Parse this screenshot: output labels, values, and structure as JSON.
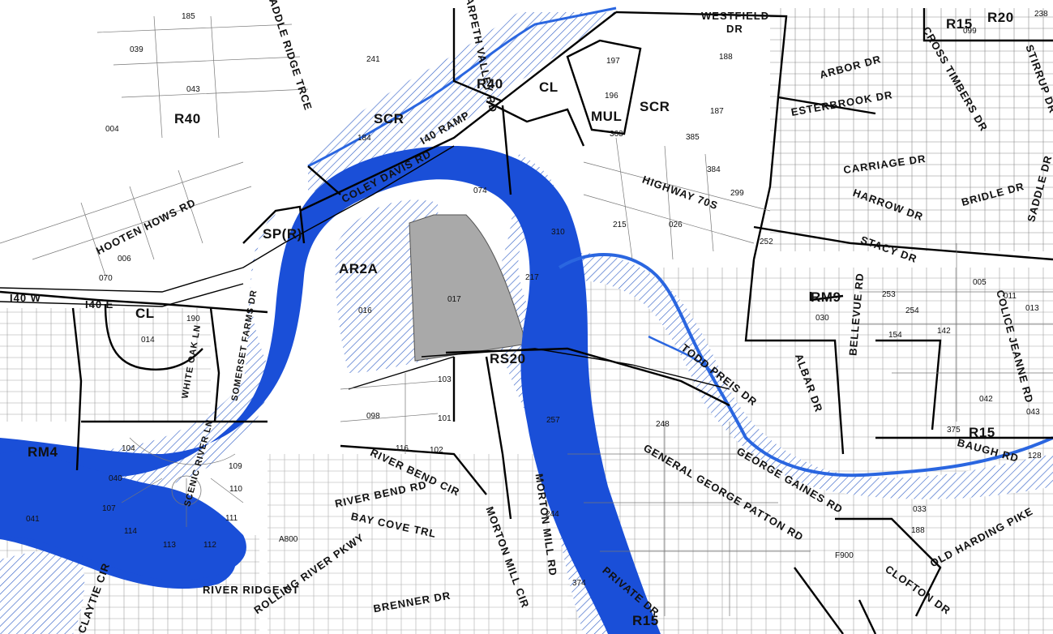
{
  "colors": {
    "water": "#1a4fd8",
    "floodplain_hatch": "#3a66c9",
    "selected_parcel": "#a9a9a9",
    "zoning_boundary": "#000000",
    "parcel_line": "#666666",
    "stream": "#2a66e0"
  },
  "map": {
    "zones": [
      {
        "key": "r40_west",
        "text": "R40"
      },
      {
        "key": "r40_north",
        "text": "R40"
      },
      {
        "key": "scr_west",
        "text": "SCR"
      },
      {
        "key": "scr_east",
        "text": "SCR"
      },
      {
        "key": "cl_north",
        "text": "CL"
      },
      {
        "key": "mul",
        "text": "MUL"
      },
      {
        "key": "spr",
        "text": "SP(R)"
      },
      {
        "key": "ar2a",
        "text": "AR2A"
      },
      {
        "key": "cl_west",
        "text": "CL"
      },
      {
        "key": "rs20",
        "text": "RS20"
      },
      {
        "key": "rm9",
        "text": "RM9"
      },
      {
        "key": "rm4",
        "text": "RM4"
      },
      {
        "key": "r15_east",
        "text": "R15"
      },
      {
        "key": "r15_ne",
        "text": "R15"
      },
      {
        "key": "r20_ne",
        "text": "R20"
      },
      {
        "key": "r15_south",
        "text": "R15"
      }
    ],
    "roads": [
      {
        "key": "westfield",
        "text": "WESTFIELD"
      },
      {
        "key": "westfield_dr",
        "text": "DR"
      },
      {
        "key": "i40_ramp",
        "text": "I40 RAMP"
      },
      {
        "key": "coley_davis",
        "text": "COLEY DAVIS RD"
      },
      {
        "key": "hooten_hows",
        "text": "HOOTEN HOWS RD"
      },
      {
        "key": "highway70s",
        "text": "HIGHWAY 70S"
      },
      {
        "key": "i40w",
        "text": "I40 W"
      },
      {
        "key": "i40e",
        "text": "I40 E"
      },
      {
        "key": "somerset",
        "text": "SOMERSET FARMS DR"
      },
      {
        "key": "white_oak",
        "text": "WHITE OAK LN"
      },
      {
        "key": "scenic_river",
        "text": "SCENIC RIVER LN"
      },
      {
        "key": "river_bend_cir",
        "text": "RIVER BEND CIR"
      },
      {
        "key": "river_bend_rd",
        "text": "RIVER BEND RD"
      },
      {
        "key": "bay_cove",
        "text": "BAY COVE TRL"
      },
      {
        "key": "morton_mill_cir",
        "text": "MORTON MILL CIR"
      },
      {
        "key": "morton_mill_rd",
        "text": "MORTON MILL RD"
      },
      {
        "key": "brenner",
        "text": "BRENNER DR"
      },
      {
        "key": "rolling_river",
        "text": "ROLLING RIVER PKWY"
      },
      {
        "key": "river_ridge",
        "text": "RIVER RIDGE CT"
      },
      {
        "key": "claytie",
        "text": "CLAYTIE CIR"
      },
      {
        "key": "private_dr",
        "text": "PRIVATE DR"
      },
      {
        "key": "general_patton",
        "text": "GENERAL GEORGE PATTON RD"
      },
      {
        "key": "george_gaines",
        "text": "GEORGE GAINES RD"
      },
      {
        "key": "todd_preis",
        "text": "TODD PREIS DR"
      },
      {
        "key": "albar",
        "text": "ALBAR DR"
      },
      {
        "key": "bellevue",
        "text": "BELLEVUE RD"
      },
      {
        "key": "colice_jeanne",
        "text": "COLICE JEANNE RD"
      },
      {
        "key": "baugh",
        "text": "BAUGH RD"
      },
      {
        "key": "old_harding",
        "text": "OLD HARDING PIKE"
      },
      {
        "key": "clofton",
        "text": "CLOFTON DR"
      },
      {
        "key": "stacy",
        "text": "STACY DR"
      },
      {
        "key": "harrow",
        "text": "HARROW DR"
      },
      {
        "key": "bridle",
        "text": "BRIDLE DR"
      },
      {
        "key": "saddle_e",
        "text": "SADDLE DR"
      },
      {
        "key": "carriage",
        "text": "CARRIAGE DR"
      },
      {
        "key": "esterbrook",
        "text": "ESTERBROOK DR"
      },
      {
        "key": "arbor",
        "text": "ARBOR DR"
      },
      {
        "key": "cross_timbers",
        "text": "CROSS TIMBERS DR"
      },
      {
        "key": "stirrup",
        "text": "STIRRUP DR"
      },
      {
        "key": "harpeth_valley",
        "text": "HARPETH VALLEY RD"
      },
      {
        "key": "saddle_ridge",
        "text": "SADDLE RIDGE TRCE"
      }
    ],
    "parcels": [
      {
        "key": "p017",
        "text": "017"
      },
      {
        "key": "p098",
        "text": "098"
      },
      {
        "key": "p103",
        "text": "103"
      },
      {
        "key": "p101",
        "text": "101"
      },
      {
        "key": "p116",
        "text": "116"
      },
      {
        "key": "p102",
        "text": "102"
      },
      {
        "key": "p104",
        "text": "104"
      },
      {
        "key": "p016",
        "text": "016"
      },
      {
        "key": "p014",
        "text": "014"
      },
      {
        "key": "p190",
        "text": "190"
      },
      {
        "key": "p004a",
        "text": "004"
      },
      {
        "key": "p006",
        "text": "006"
      },
      {
        "key": "p070",
        "text": "070"
      },
      {
        "key": "p241",
        "text": "241"
      },
      {
        "key": "p188",
        "text": "188"
      },
      {
        "key": "p187",
        "text": "187"
      },
      {
        "key": "p197",
        "text": "197"
      },
      {
        "key": "p196",
        "text": "196"
      },
      {
        "key": "p385",
        "text": "385"
      },
      {
        "key": "p384",
        "text": "384"
      },
      {
        "key": "p299",
        "text": "299"
      },
      {
        "key": "p310",
        "text": "310"
      },
      {
        "key": "p215",
        "text": "215"
      },
      {
        "key": "p026",
        "text": "026"
      },
      {
        "key": "p253",
        "text": "253"
      },
      {
        "key": "p030",
        "text": "030"
      },
      {
        "key": "p154",
        "text": "154"
      },
      {
        "key": "p142",
        "text": "142"
      },
      {
        "key": "p005",
        "text": "005"
      },
      {
        "key": "p011",
        "text": "011"
      },
      {
        "key": "p042",
        "text": "042"
      },
      {
        "key": "p257",
        "text": "257"
      },
      {
        "key": "p244",
        "text": "244"
      },
      {
        "key": "p374",
        "text": "374"
      },
      {
        "key": "p114",
        "text": "114"
      },
      {
        "key": "p113",
        "text": "113"
      },
      {
        "key": "p112",
        "text": "112"
      },
      {
        "key": "p111",
        "text": "111"
      },
      {
        "key": "p110",
        "text": "110"
      },
      {
        "key": "p109",
        "text": "109"
      },
      {
        "key": "p107",
        "text": "107"
      },
      {
        "key": "p041",
        "text": "041"
      },
      {
        "key": "p040",
        "text": "040"
      },
      {
        "key": "p217",
        "text": "217"
      },
      {
        "key": "p074",
        "text": "074"
      },
      {
        "key": "p184",
        "text": "184"
      },
      {
        "key": "p039",
        "text": "039"
      },
      {
        "key": "p043",
        "text": "043"
      },
      {
        "key": "p188b",
        "text": "188"
      },
      {
        "key": "pA800",
        "text": "A800"
      },
      {
        "key": "p248",
        "text": "248"
      },
      {
        "key": "p185",
        "text": "185"
      },
      {
        "key": "p099",
        "text": "099"
      },
      {
        "key": "p238",
        "text": "238"
      },
      {
        "key": "p254",
        "text": "254"
      },
      {
        "key": "p375",
        "text": "375"
      },
      {
        "key": "pF900",
        "text": "F900"
      },
      {
        "key": "p043e",
        "text": "043"
      },
      {
        "key": "p013",
        "text": "013"
      },
      {
        "key": "p033",
        "text": "033"
      },
      {
        "key": "p128",
        "text": "128"
      },
      {
        "key": "p252",
        "text": "252"
      },
      {
        "key": "p363",
        "text": "363"
      }
    ]
  }
}
